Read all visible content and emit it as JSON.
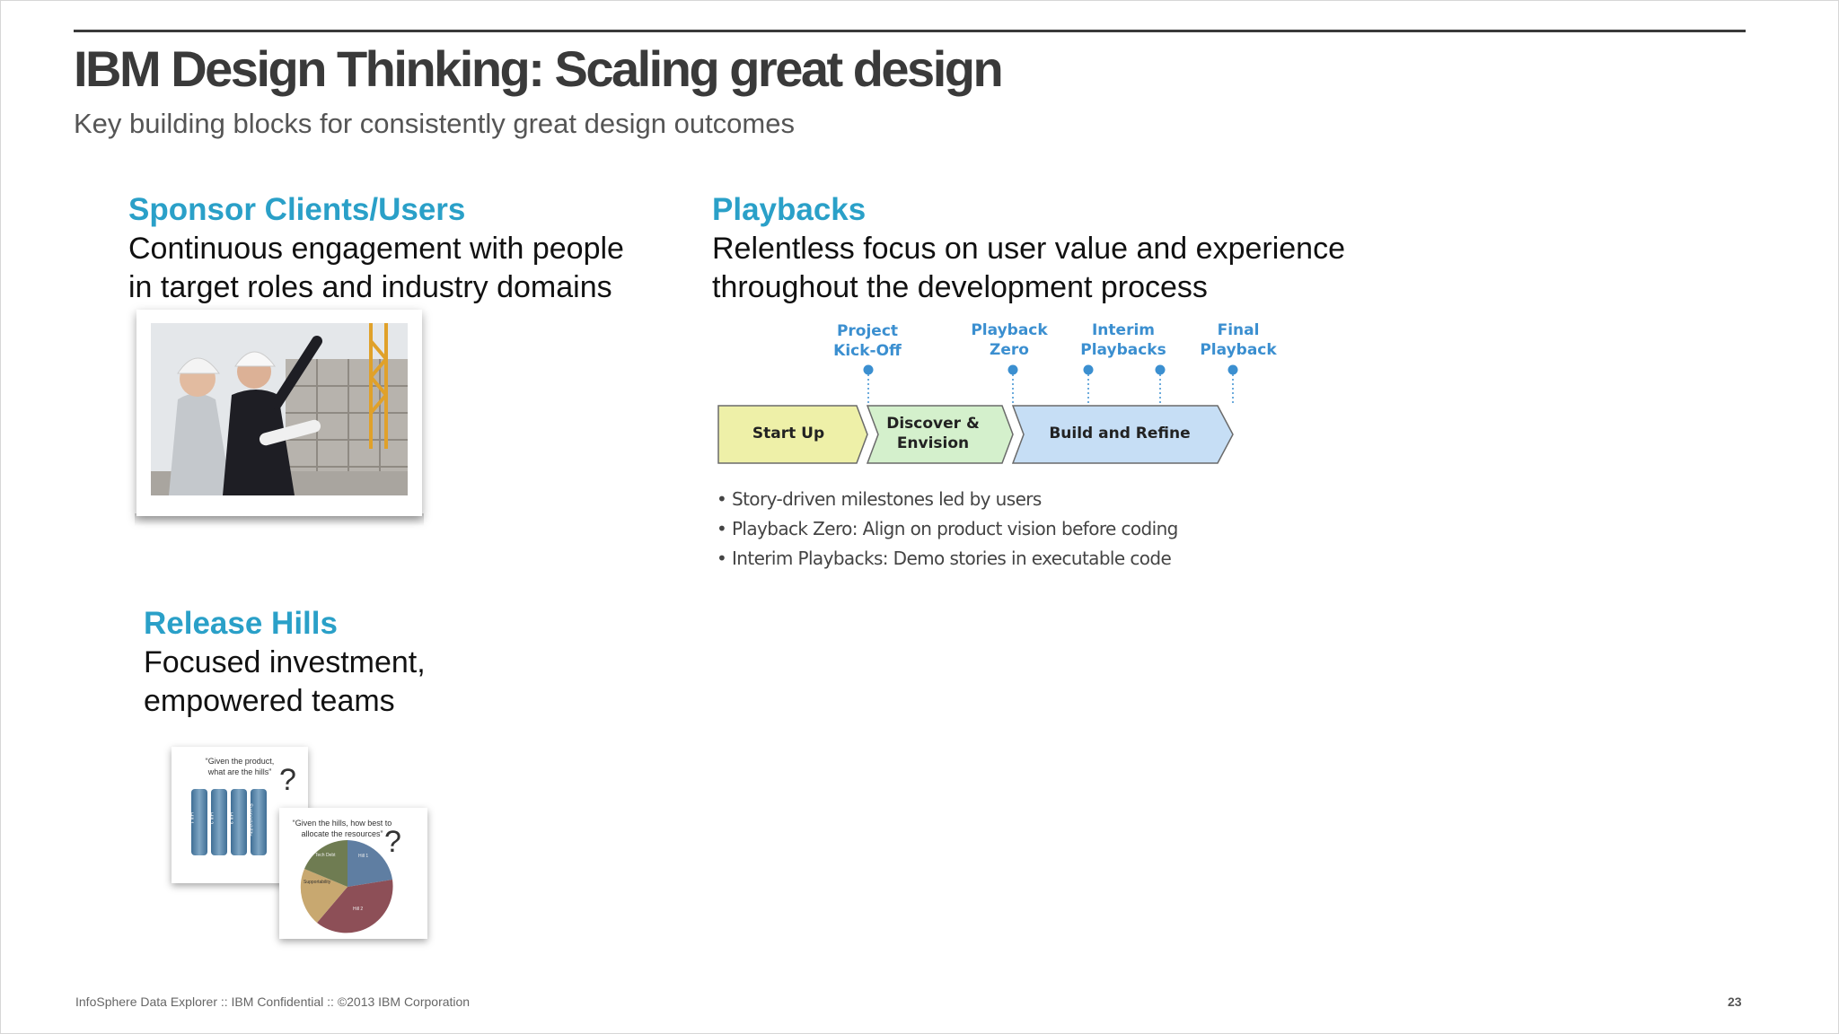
{
  "title": "IBM Design Thinking: Scaling great design",
  "subtitle": "Key building blocks for consistently great design outcomes",
  "sponsor": {
    "heading": "Sponsor Clients/Users",
    "lines": [
      "Continuous engagement with people",
      "in target roles and industry domains"
    ]
  },
  "playbacks": {
    "heading": "Playbacks",
    "lines": [
      "Relentless focus on user value and experience",
      "throughout the development process"
    ],
    "milestones": [
      {
        "line1": "Project",
        "line2": "Kick-Off"
      },
      {
        "line1": "Playback",
        "line2": "Zero"
      },
      {
        "line1": "Interim",
        "line2": "Playbacks"
      },
      {
        "line1": "Final",
        "line2": "Playback"
      }
    ],
    "phases": [
      {
        "line1": "Start Up",
        "line2": ""
      },
      {
        "line1": "Discover &",
        "line2": "Envision"
      },
      {
        "line1": "Build and Refine",
        "line2": ""
      }
    ],
    "bullets": [
      "Story-driven milestones led by users",
      "Playback Zero: Align on product vision before coding",
      "Interim Playbacks: Demo stories in executable  code"
    ]
  },
  "hills": {
    "heading": "Release Hills",
    "lines": [
      "Focused investment,",
      "empowered teams"
    ],
    "card1_quote": [
      "“Given the product,",
      "what are the hills”"
    ],
    "card2_quote": [
      "“Given the hills, how best to",
      "allocate the resources”"
    ],
    "question_mark": "?",
    "hill_bars": [
      "Hill 1",
      "Hill 2",
      "Hill 3",
      "Supportability"
    ],
    "pie_labels": [
      "Hill 1",
      "Hill 2",
      "Supportability",
      "Tech Debt"
    ]
  },
  "colors": {
    "accent": "#2aa0c8",
    "milestone": "#3b8fd0",
    "startup": "#eef0a8",
    "discover": "#d4f0cc",
    "build": "#c6def5"
  },
  "footer": "InfoSphere Data Explorer ::  IBM Confidential  ::  ©2013 IBM Corporation",
  "page_number": "23"
}
